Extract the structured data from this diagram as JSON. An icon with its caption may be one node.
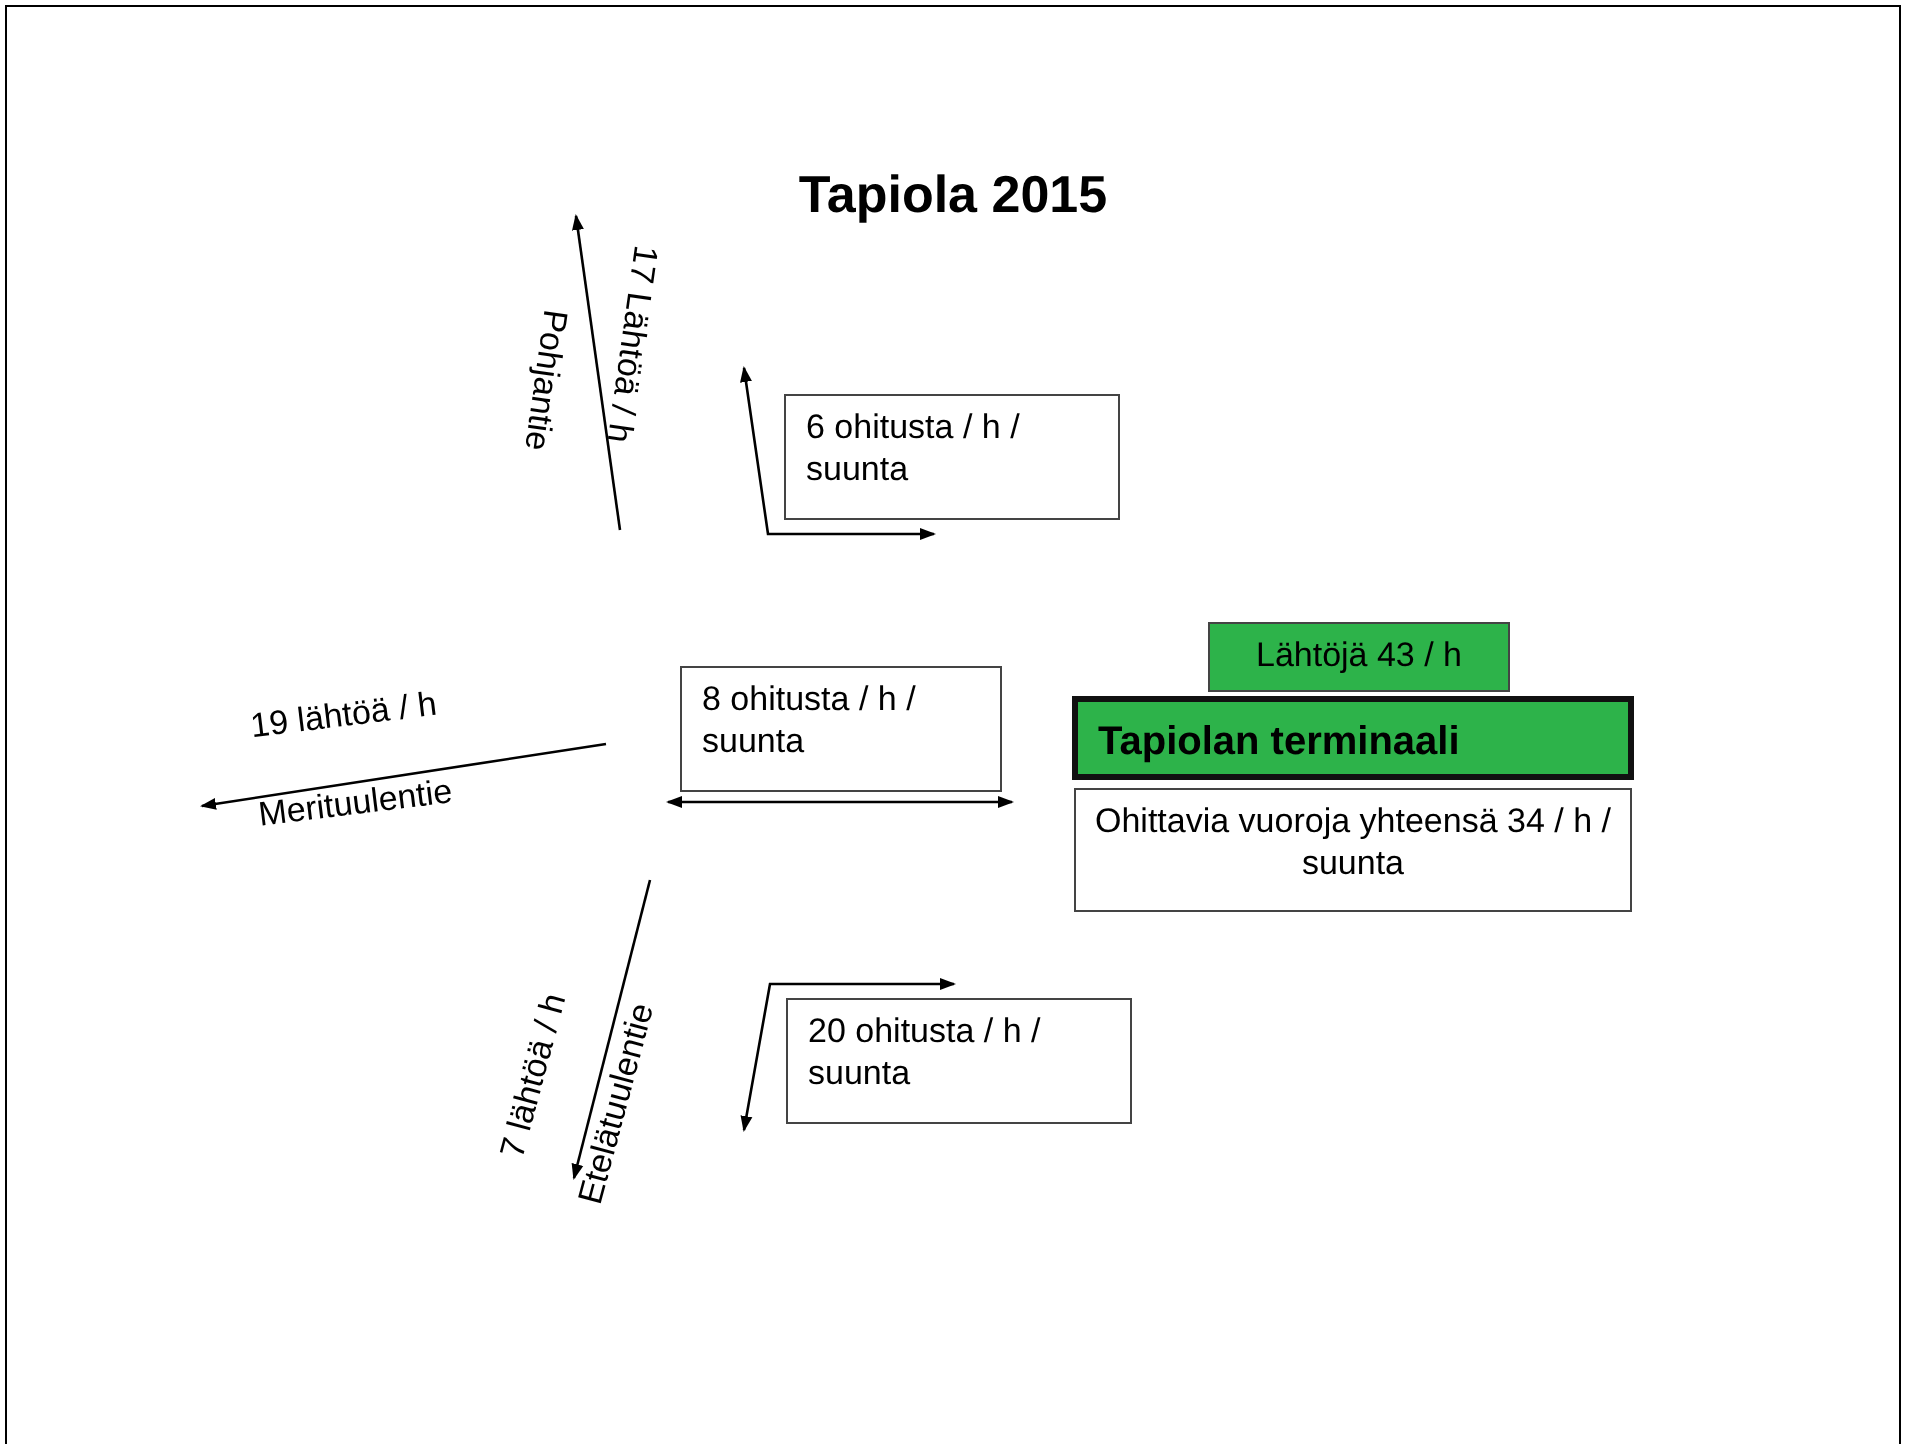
{
  "diagram": {
    "title": "Tapiola 2015",
    "nodes": [
      {
        "text": [
          "6 ohitusta / h / suunta"
        ]
      },
      {
        "text": [
          "Lähtöjä 43 / h"
        ]
      },
      {
        "text": [
          "8 ohitusta / h / suunta"
        ]
      },
      {
        "text": [
          "Tapiolan terminaali"
        ]
      },
      {
        "text": [
          "Ohittavia vuoroja yhteensä 34 / h / suunta"
        ]
      },
      {
        "text": [
          "20 ohitusta / h / suunta"
        ]
      }
    ],
    "labels": [
      "17 Lähtöä / h",
      "Pohjantie",
      "19 lähtöä / h",
      "Merituulentie",
      "7 lähtöä / h",
      "Etelätuulentie"
    ]
  }
}
